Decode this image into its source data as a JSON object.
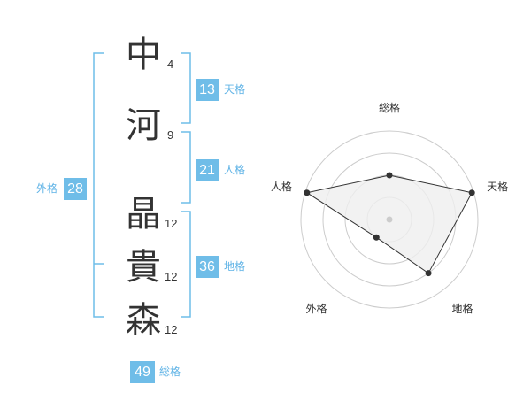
{
  "surname": [
    {
      "char": "中",
      "strokes": "4"
    },
    {
      "char": "河",
      "strokes": "9"
    }
  ],
  "given_name": [
    {
      "char": "晶",
      "strokes": "12"
    },
    {
      "char": "貴",
      "strokes": "12"
    },
    {
      "char": "森",
      "strokes": "12"
    }
  ],
  "scores": {
    "tenkaku": {
      "value": "13",
      "label": "天格"
    },
    "jinkaku": {
      "value": "21",
      "label": "人格"
    },
    "chikaku": {
      "value": "36",
      "label": "地格"
    },
    "gaikaku": {
      "value": "28",
      "label": "外格"
    },
    "soukaku": {
      "value": "49",
      "label": "総格"
    }
  },
  "radar": {
    "axes": [
      "総格",
      "天格",
      "地格",
      "外格",
      "人格"
    ],
    "values": [
      0.5,
      0.98,
      0.75,
      0.25,
      0.98
    ],
    "colors": {
      "fill": "#efefef",
      "line": "#333333",
      "grid": "#cccccc",
      "point": "#333333",
      "center": "#cccccc"
    }
  },
  "colors": {
    "accent": "#6fbde8",
    "bracket": "#6fbde8"
  }
}
